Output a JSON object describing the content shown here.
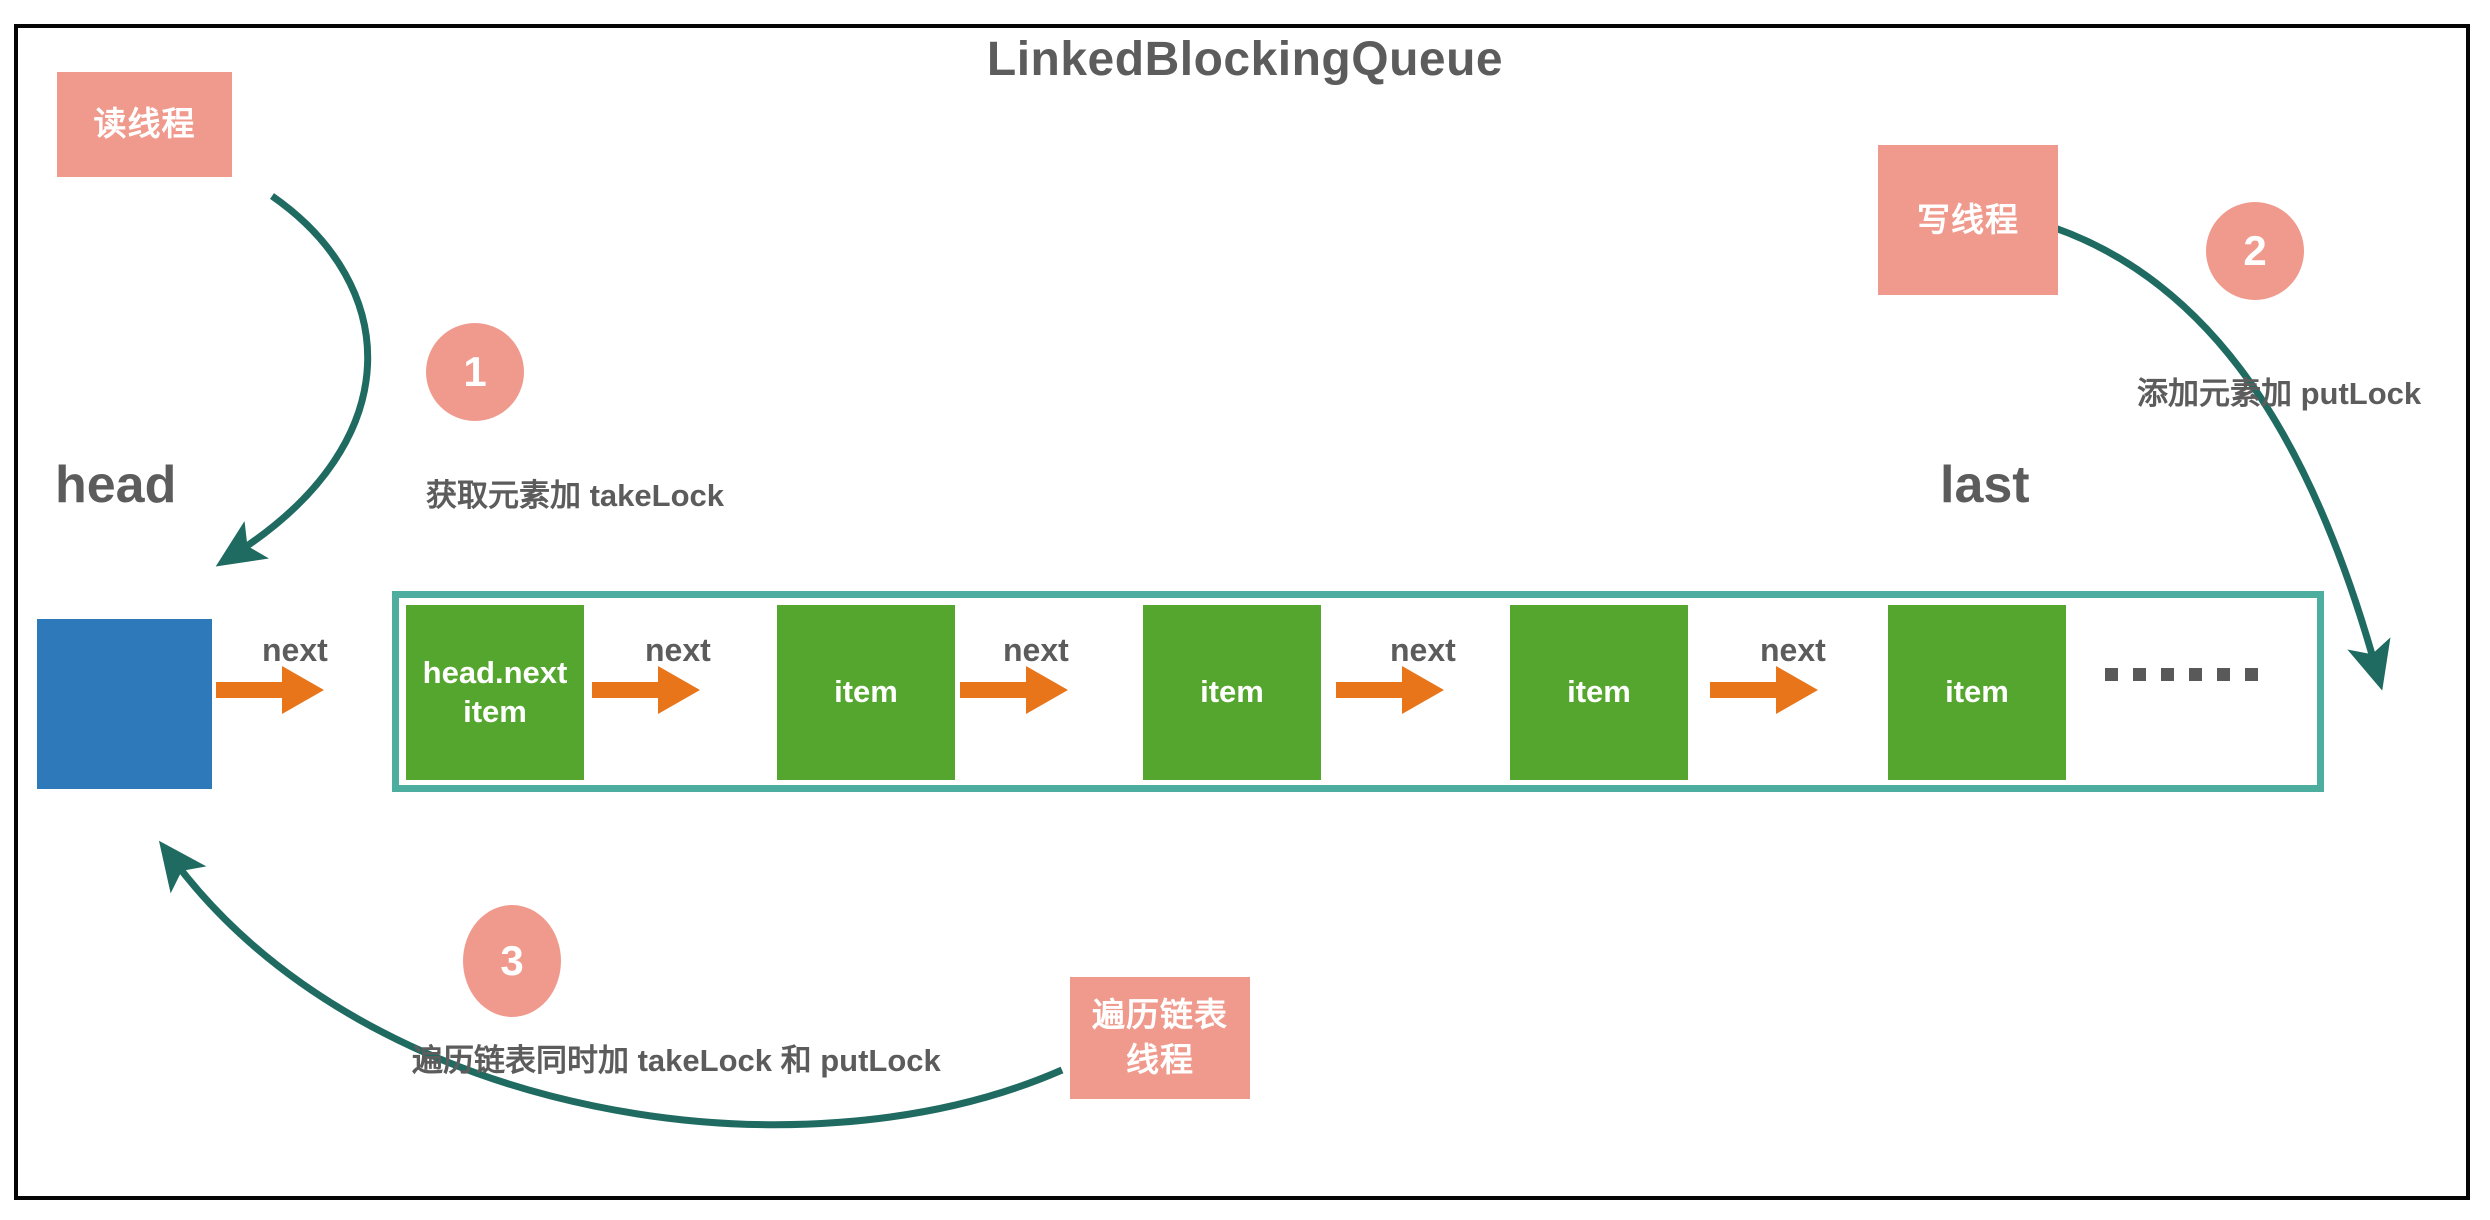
{
  "title": "LinkedBlockingQueue",
  "colors": {
    "pink": "#F09A8D",
    "green": "#55A62E",
    "blue": "#2E79B9",
    "teal_border": "#4DAEA0",
    "teal_arrow": "#1F6B61",
    "orange_arrow": "#E8751A",
    "gray_text": "#5C5C5C",
    "frame": "#050505"
  },
  "anchors": {
    "head": "head",
    "last": "last"
  },
  "actors": {
    "read_thread": "读线程",
    "write_thread": "写线程",
    "traverse_thread_line1": "遍历链表",
    "traverse_thread_line2": "线程"
  },
  "steps": [
    {
      "number": "1",
      "caption": "获取元素加 takeLock"
    },
    {
      "number": "2",
      "caption": "添加元素加 putLock"
    },
    {
      "number": "3",
      "caption": "遍历链表同时加 takeLock 和 putLock"
    }
  ],
  "list": {
    "head_node_label": "",
    "next_label": "next",
    "next_labels": [
      "next",
      "next",
      "next",
      "next",
      "next",
      "next"
    ],
    "nodes": [
      {
        "line1": "head.next",
        "line2": "item"
      },
      {
        "line1": "item",
        "line2": ""
      },
      {
        "line1": "item",
        "line2": ""
      },
      {
        "line1": "item",
        "line2": ""
      },
      {
        "line1": "item",
        "line2": ""
      }
    ],
    "ellipsis": "······",
    "ellipsis_dot_count": 6
  }
}
